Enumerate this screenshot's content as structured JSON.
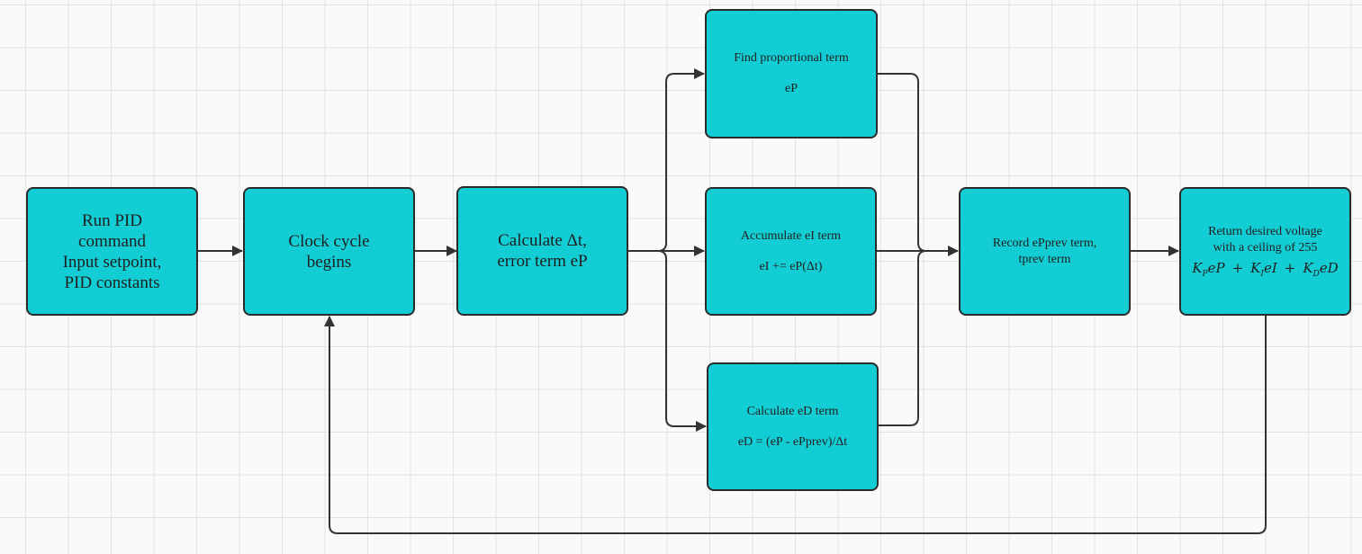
{
  "nodes": {
    "run_pid": {
      "lines": [
        "Run PID",
        "command",
        "Input setpoint,",
        "PID constants"
      ]
    },
    "clock": {
      "lines": [
        "Clock cycle",
        "begins"
      ]
    },
    "calculate_dt": {
      "lines": [
        "Calculate Δt,",
        "error term eP"
      ]
    },
    "proportional": {
      "title": "Find proportional term",
      "detail": "eP"
    },
    "accumulate": {
      "title": "Accumulate eI term",
      "detail": "eI += eP(Δt)"
    },
    "derivative": {
      "title": "Calculate eD term",
      "detail": "eD = (eP - ePprev)/Δt"
    },
    "record": {
      "lines": [
        "Record ePprev term,",
        "tprev term"
      ]
    },
    "return_voltage": {
      "lines": [
        "Return desired voltage",
        "with a ceiling of 255"
      ],
      "formula": {
        "terms": [
          {
            "k": "K",
            "sub": "P",
            "var": "eP"
          },
          {
            "k": "K",
            "sub": "I",
            "var": "eI"
          },
          {
            "k": "K",
            "sub": "D",
            "var": "eD"
          }
        ],
        "operator": "+"
      }
    }
  },
  "style": {
    "node_fill": "#13cdd4",
    "node_border": "#2b2b2b",
    "connector": "#333333",
    "grid": "#e3e3e3",
    "background": "#fafafa"
  }
}
